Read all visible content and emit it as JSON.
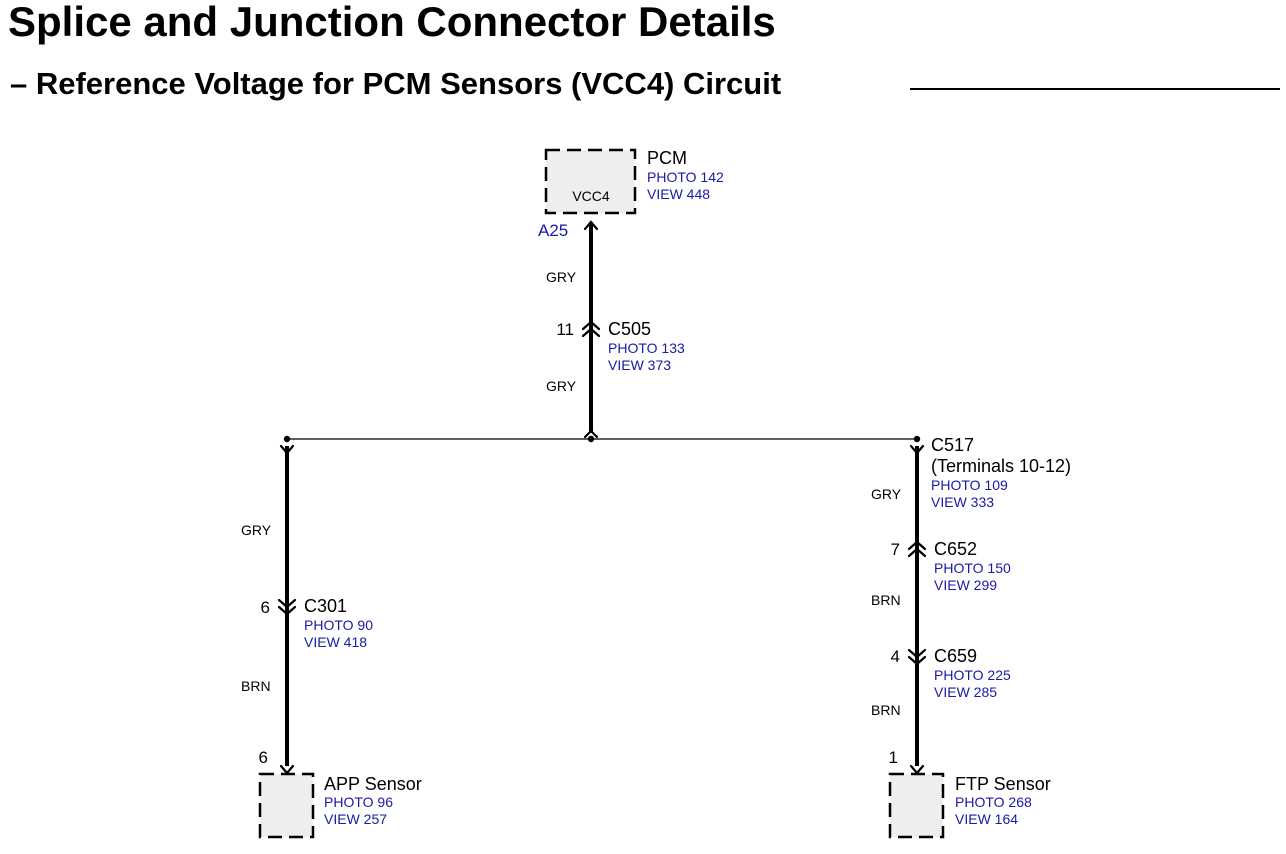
{
  "title": "Splice and Junction Connector Details",
  "subtitle": "– Reference Voltage for PCM Sensors (VCC4) Circuit",
  "components": {
    "pcm": {
      "name": "PCM",
      "photo": "PHOTO 142",
      "view": "VIEW 448",
      "inner_label": "VCC4",
      "pin": "A25"
    },
    "app_sensor": {
      "name": "APP Sensor",
      "photo": "PHOTO 96",
      "view": "VIEW 257",
      "pin": "6"
    },
    "ftp_sensor": {
      "name": "FTP Sensor",
      "photo": "PHOTO 268",
      "view": "VIEW 164",
      "pin": "1"
    }
  },
  "connectors": {
    "c505": {
      "name": "C505",
      "pin": "11",
      "photo": "PHOTO 133",
      "view": "VIEW 373"
    },
    "c517": {
      "name": "C517",
      "detail": "(Terminals 10-12)",
      "photo": "PHOTO 109",
      "view": "VIEW 333"
    },
    "c301": {
      "name": "C301",
      "pin": "6",
      "photo": "PHOTO 90",
      "view": "VIEW 418"
    },
    "c652": {
      "name": "C652",
      "pin": "7",
      "photo": "PHOTO 150",
      "view": "VIEW 299"
    },
    "c659": {
      "name": "C659",
      "pin": "4",
      "photo": "PHOTO 225",
      "view": "VIEW 285"
    }
  },
  "wires": {
    "pcm_to_c505": "GRY",
    "c505_to_splice": "GRY",
    "splice_to_c301": "GRY",
    "c301_to_app": "BRN",
    "c517_to_c652": "GRY",
    "c652_to_c659": "BRN",
    "c659_to_ftp": "BRN"
  }
}
